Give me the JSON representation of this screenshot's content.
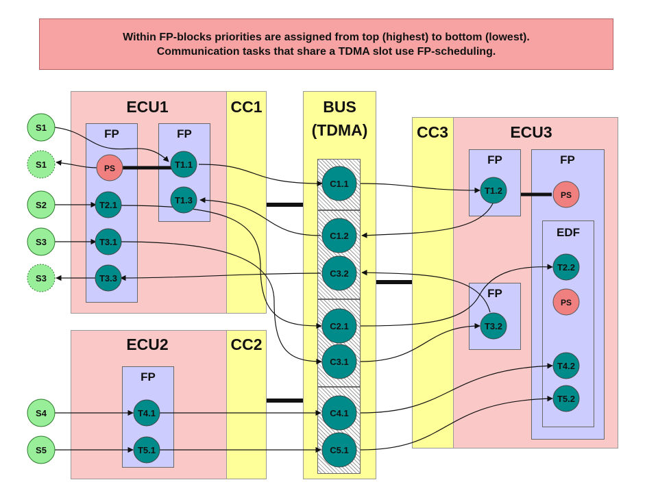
{
  "banner": {
    "line1": "Within FP-blocks priorities are assigned from top (highest) to bottom (lowest).",
    "line2": "Communication tasks that share a TDMA slot use FP-scheduling."
  },
  "titles": {
    "ecu1": "ECU1",
    "cc1": "CC1",
    "bus": "BUS",
    "bus_sub": "(TDMA)",
    "cc3": "CC3",
    "ecu3": "ECU3",
    "ecu2": "ECU2",
    "cc2": "CC2"
  },
  "fp_labels": {
    "ecu1_fp_a": "FP",
    "ecu1_fp_b": "FP",
    "ecu2_fp": "FP",
    "ecu3_fp_a": "FP",
    "ecu3_fp_b": "FP",
    "ecu3_fp_c": "FP",
    "ecu3_edf": "EDF"
  },
  "sources": [
    "S1",
    "S1",
    "S2",
    "S3",
    "S3",
    "S4",
    "S5"
  ],
  "tasks": {
    "ps1": "PS",
    "t21": "T2.1",
    "t31": "T3.1",
    "t33": "T3.3",
    "t11": "T1.1",
    "t13": "T1.3",
    "t41": "T4.1",
    "t51": "T5.1",
    "c11": "C1.1",
    "c12": "C1.2",
    "c32": "C3.2",
    "c21": "C2.1",
    "c31": "C3.1",
    "c41": "C4.1",
    "c51": "C5.1",
    "t12": "T1.2",
    "t32": "T3.2",
    "ps3a": "PS",
    "t22": "T2.2",
    "ps3b": "PS",
    "t42": "T4.2",
    "t52": "T5.2"
  },
  "colors": {
    "banner": "#f7a3a3",
    "ecu": "#fbc8c8",
    "cc": "#ffff99",
    "fp_block": "#ccccff",
    "task": "#008b8b",
    "ps": "#f08080",
    "source": "#99ee99"
  }
}
